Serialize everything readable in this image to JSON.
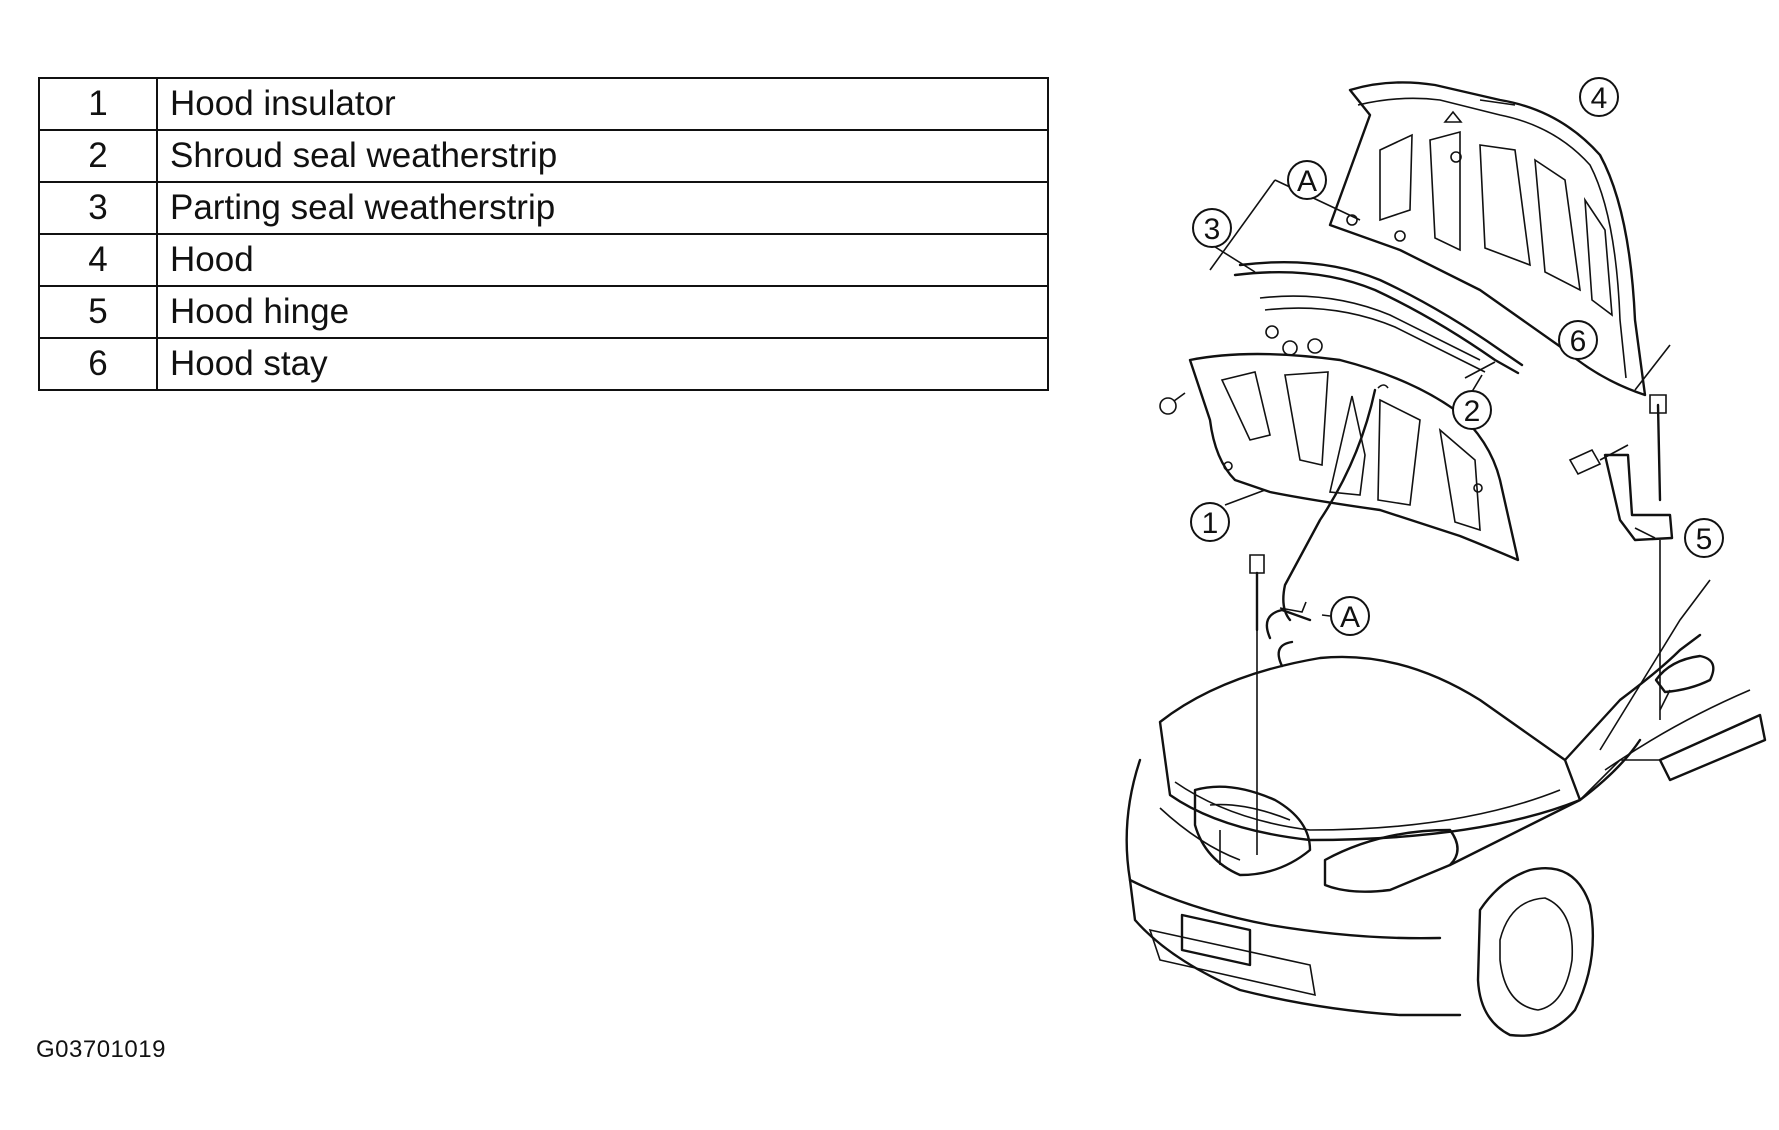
{
  "legend": {
    "rows": [
      {
        "num": "1",
        "label": "Hood insulator"
      },
      {
        "num": "2",
        "label": "Shroud seal weatherstrip"
      },
      {
        "num": "3",
        "label": "Parting seal weatherstrip"
      },
      {
        "num": "4",
        "label": "Hood"
      },
      {
        "num": "5",
        "label": "Hood hinge"
      },
      {
        "num": "6",
        "label": "Hood stay"
      }
    ]
  },
  "diagram": {
    "callouts": {
      "c1": "1",
      "c2": "2",
      "c3": "3",
      "c4": "4",
      "c5": "5",
      "c6": "6",
      "a_top": "A",
      "a_bottom": "A"
    }
  },
  "figure_code": "G03701019"
}
